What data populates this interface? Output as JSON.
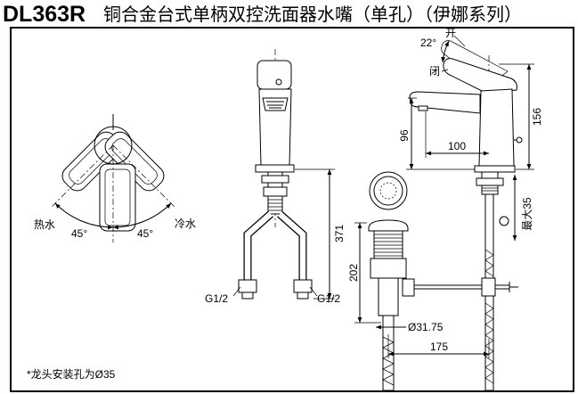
{
  "title": {
    "model": "DL363R",
    "name": "铜合金台式单柄双控洗面器水嘴（单孔）（伊娜系列）"
  },
  "top_view": {
    "hot_label": "热水",
    "cold_label": "冷水",
    "angle_left": "45°",
    "angle_right": "45°"
  },
  "front_view": {
    "height_dim": "371",
    "thread_left": "G1/2",
    "thread_right": "G1/2"
  },
  "side_view": {
    "open_label": "开",
    "close_label": "闭",
    "lever_angle": "22°",
    "spout_reach": "100",
    "spout_height": "96",
    "total_height": "156"
  },
  "drain": {
    "height_dim": "202",
    "diameter_dim": "Ø31.75",
    "reach_dim": "175",
    "deck_max": "最大35"
  },
  "note": "*龙头安装孔为Ø35",
  "colors": {
    "line": "#000000",
    "background": "#ffffff"
  }
}
